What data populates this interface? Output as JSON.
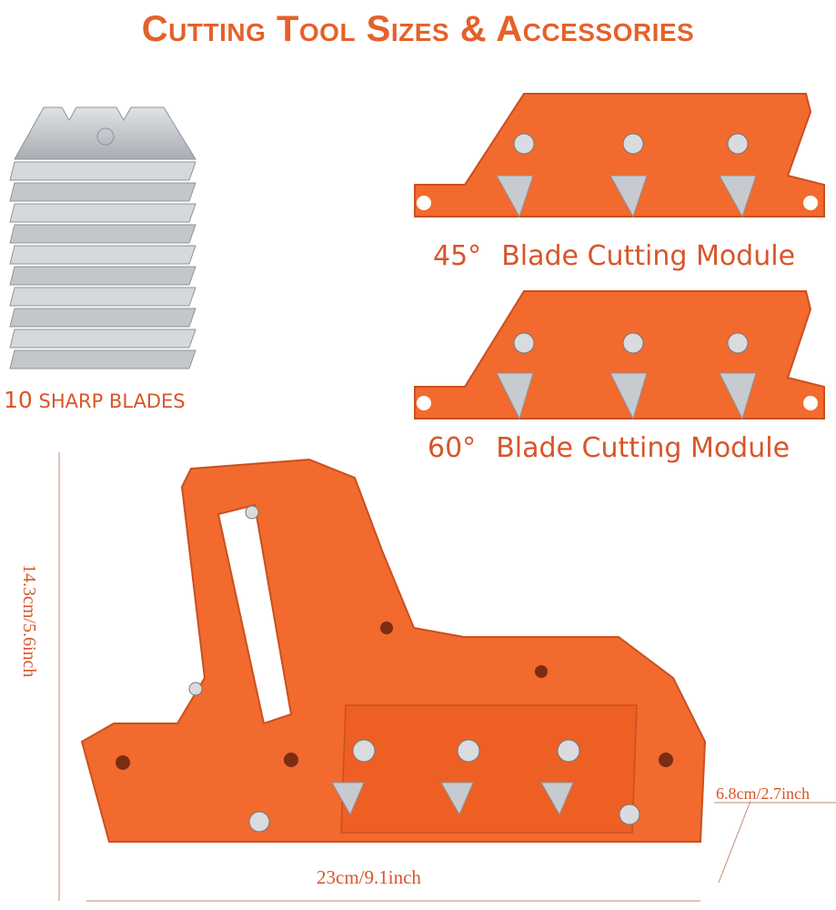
{
  "title": "Cutting Tool Sizes & Accessories",
  "blades": {
    "count": "10",
    "label": "SHARP BLADES"
  },
  "modules": [
    {
      "angle": "45°",
      "label": "Blade Cutting Module"
    },
    {
      "angle": "60°",
      "label": "Blade Cutting Module"
    }
  ],
  "dimensions": {
    "width": "23cm/9.1inch",
    "height": "14.3cm/5.6inch",
    "depth": "6.8cm/2.7inch"
  },
  "colors": {
    "accent": "#e4612a",
    "tool_orange": "#f26a2e",
    "blade_silver": "#c9ccd1"
  }
}
